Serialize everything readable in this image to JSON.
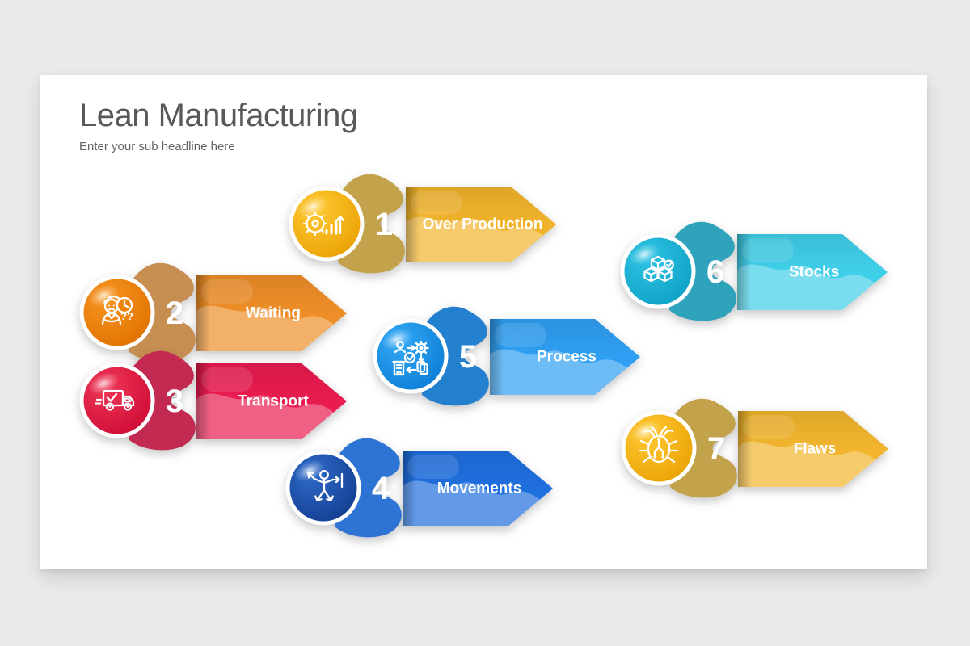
{
  "page": {
    "background_color": "#EAEAEA"
  },
  "slide": {
    "background_color": "#FFFFFF",
    "title": "Lean Manufacturing",
    "subtitle": "Enter your sub headline here",
    "title_color": "#595959"
  },
  "items": [
    {
      "number": "1",
      "label": "Over Production",
      "icon": "gear-chart-icon",
      "colors": {
        "circle_light": "#FFC933",
        "circle_dark": "#E9A001",
        "blob": "#C2A24B",
        "banner": "#F1B32B",
        "badge": "#EFA90A"
      }
    },
    {
      "number": "2",
      "label": "Waiting",
      "icon": "waiting-person-clock-icon",
      "icon_text": "??",
      "colors": {
        "circle_light": "#F79420",
        "circle_dark": "#DF7100",
        "blob": "#C78E52",
        "banner": "#EE8E28",
        "badge": "#ED8206"
      }
    },
    {
      "number": "3",
      "label": "Transport",
      "icon": "truck-check-icon",
      "colors": {
        "circle_light": "#F03757",
        "circle_dark": "#CD0934",
        "blob": "#C32A52",
        "banner": "#EA1B4F",
        "badge": "#E10D3D"
      }
    },
    {
      "number": "4",
      "label": "Movements",
      "icon": "body-movement-icon",
      "colors": {
        "circle_light": "#2E6AC9",
        "circle_dark": "#123C8F",
        "blob": "#2E74D4",
        "banner": "#1F6FDF",
        "badge": "#1B4FA8"
      }
    },
    {
      "number": "5",
      "label": "Process",
      "icon": "process-workflow-icon",
      "colors": {
        "circle_light": "#33A9F6",
        "circle_dark": "#0B7BD4",
        "blob": "#2380CF",
        "banner": "#2F9FF3",
        "badge": "#1E90E6"
      }
    },
    {
      "number": "6",
      "label": "Stocks",
      "icon": "stock-cubes-icon",
      "colors": {
        "circle_light": "#2EC4E4",
        "circle_dark": "#0C9FC4",
        "blob": "#2FA3BB",
        "banner": "#40CFE9",
        "badge": "#17B3D8"
      }
    },
    {
      "number": "7",
      "label": "Flaws",
      "icon": "bug-circuit-icon",
      "colors": {
        "circle_light": "#FFC933",
        "circle_dark": "#E9A001",
        "blob": "#C2A24B",
        "banner": "#F2B52D",
        "badge": "#EFA90A"
      }
    }
  ]
}
